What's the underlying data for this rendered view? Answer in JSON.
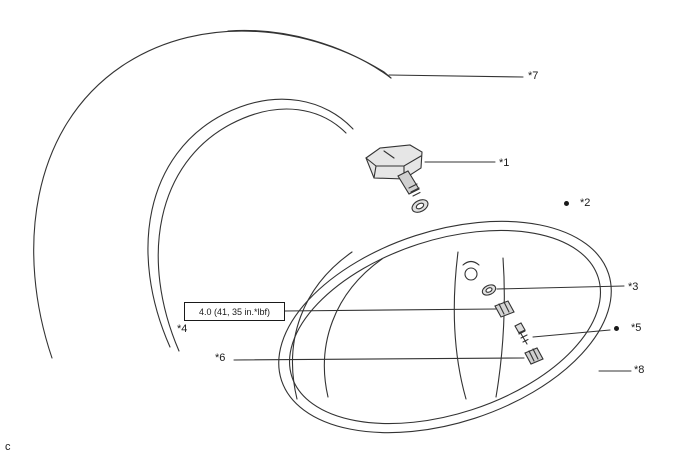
{
  "diagram": {
    "labels": [
      "*1",
      "*2",
      "*3",
      "*4",
      "*5",
      "*6",
      "*7",
      "*8"
    ],
    "torque_spec": "4.0 (41, 35 in.*lbf)",
    "footer": "c",
    "line_color": "#333333"
  }
}
